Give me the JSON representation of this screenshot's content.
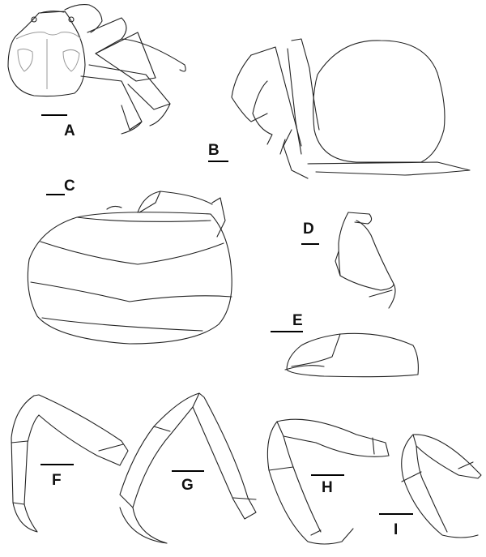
{
  "figure": {
    "description": "Morphology line-drawing plate of a crab, panels A–I",
    "panels": [
      {
        "id": "A",
        "label": "A",
        "content": "dorsal view of whole crab with carapace pattern and walking legs"
      },
      {
        "id": "B",
        "label": "B",
        "content": "lateral view of carapace with walking legs"
      },
      {
        "id": "C",
        "label": "C",
        "content": "posterior view of rounded body showing transverse ridges"
      },
      {
        "id": "D",
        "label": "D",
        "content": "third maxilliped"
      },
      {
        "id": "E",
        "label": "E",
        "content": "chela (claw)"
      },
      {
        "id": "F",
        "label": "F",
        "content": "walking leg 1"
      },
      {
        "id": "G",
        "label": "G",
        "content": "walking leg 2"
      },
      {
        "id": "H",
        "label": "H",
        "content": "walking leg 3"
      },
      {
        "id": "I",
        "label": "I",
        "content": "walking leg 4"
      }
    ],
    "colors": {
      "line": "#222222",
      "pattern": "#999999",
      "background": "#ffffff"
    }
  }
}
